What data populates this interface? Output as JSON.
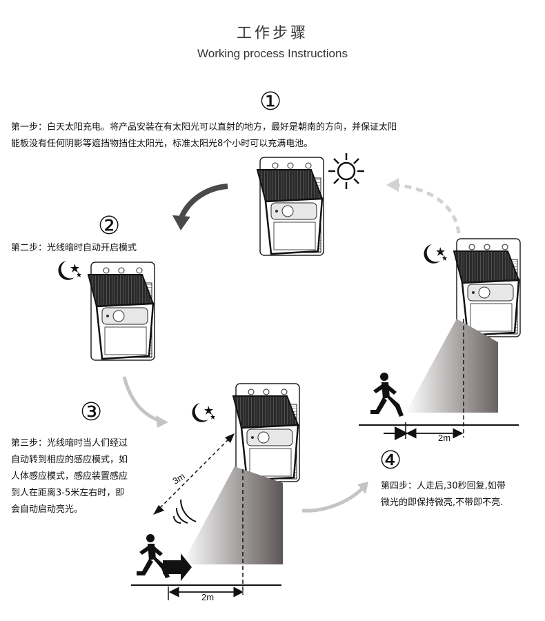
{
  "header": {
    "title_cn": "工作步骤",
    "title_en": "Working process Instructions"
  },
  "steps": [
    {
      "number": "①",
      "text_lines": [
        "第一步：白天太阳充电。将产品安装在有太阳光可以直射的地方，最好是朝南的方向，并保证太阳",
        "能板没有任何阴影等遮挡物挡住太阳光，标准太阳光8个小时可以充满电池。"
      ]
    },
    {
      "number": "②",
      "text_lines": [
        "第二步：光线暗时自动开启模式"
      ]
    },
    {
      "number": "③",
      "text_lines": [
        "第三步：光线暗时当人们经过",
        "自动转到相应的感应模式，如",
        "人体感应模式，感应装置感应",
        "到人在距离3-5米左右时，即",
        "会自动启动亮光。"
      ],
      "sensor_range": "3m",
      "ground_distance": "2m"
    },
    {
      "number": "④",
      "text_lines": [
        "第四步：人走后,30秒回复,如带",
        "微光的即保持微亮,不带即不亮."
      ],
      "ground_distance": "2m"
    }
  ],
  "icons": [
    "sun-icon",
    "moon-stars-icon",
    "solar-lamp-icon",
    "running-person-icon",
    "curved-arrow-icon",
    "dashed-curved-arrow-icon",
    "sensor-wave-icon"
  ],
  "colors": {
    "ink": "#222222",
    "arrow_gray": "#555555",
    "arrow_light": "#cfcfcf",
    "light_beam": "#6a6262"
  }
}
